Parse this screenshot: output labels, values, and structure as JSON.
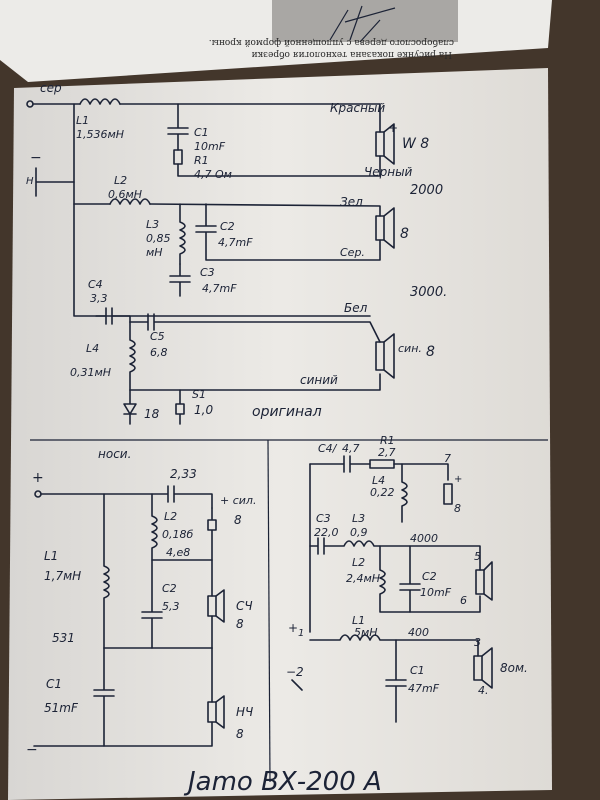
{
  "printed_caption": {
    "line1": "На рисунке показана технология обрезки",
    "line2": "слаборослого дерева с уплощенной формой кроны."
  },
  "upper_schematic": {
    "input_terminal": "сер",
    "woofer_branch": {
      "inductor": "L1",
      "inductor_value": "1,536мН",
      "capacitor": "C1",
      "capacitor_value": "10mF",
      "resistor": "R1",
      "resistor_value": "4,7 Ом",
      "wire_plus": "Красный",
      "wire_minus": "Черный",
      "speaker_label": "W 8",
      "plus_sign": "+"
    },
    "mid_branch": {
      "l2": "L2",
      "l2_value": "0,6мН",
      "l3": "L3",
      "l3_value1": "0,85",
      "l3_value2": "мН",
      "c2": "C2",
      "c2_value": "4,7mF",
      "c3": "C3",
      "c3_value": "4,7mF",
      "wire_plus": "Зел",
      "wire_minus": "Сер.",
      "speaker_label": "8",
      "crossover": "2000"
    },
    "tweeter_branch": {
      "c4": "C4",
      "c4_value": "3,3",
      "c5": "C5",
      "c5_value": "6,8",
      "l4": "L4",
      "l4_value": "0,31мН",
      "wire_plus": "Бел",
      "wire_mark": "син.",
      "wire_minus": "синий",
      "speaker_label": "8",
      "crossover": "3000.",
      "resistor_left": "18",
      "s1": "S1",
      "s1_value": "1,0",
      "note": "оригинал"
    },
    "minus_label": "−",
    "minus_marker": "Н"
  },
  "lower_left_schematic": {
    "header": "носи.",
    "plus_input": "+",
    "minus_input": "−",
    "c_top": "2,33",
    "l1": "L1",
    "l1_value": "1,7мН",
    "l2": "L2",
    "l2_value1": "0,18б",
    "l2_value2": "4,е8",
    "c2": "C2",
    "c2_value": "5,3",
    "c1": "C1",
    "c1_value": "51mF",
    "freq": "531",
    "tw_label": "+ сил.",
    "tw_imp": "8",
    "mid_label": "СЧ",
    "mid_imp": "8",
    "woof_label": "НЧ",
    "woof_imp": "8"
  },
  "lower_right_schematic": {
    "c4": "С4/",
    "c4_value": "4,7",
    "r1": "R1",
    "r1_value": "2,7",
    "l4": "L4",
    "l4_value": "0,22",
    "c3": "С3",
    "c3_value": "22,0",
    "l3": "L3",
    "l3_value": "0,9",
    "l2": "L2",
    "l2_value": "2,4мН",
    "c2": "С2",
    "c2_value": "10mF",
    "l1": "L1",
    "l1_value": "5мН",
    "c1": "С1",
    "c1_value": "47mF",
    "f_mid": "4000",
    "f_low": "400",
    "t_tw": "7",
    "t_tw_imp": "8",
    "t_mid": "5",
    "t_mid_imp": "6",
    "t_low": "3",
    "t_low_4": "4.",
    "t_low_imp": "8ом.",
    "plus_in": "+",
    "plus_marker": "1",
    "minus_in": "−2"
  },
  "footer_title": "Jamo ВХ-200 А"
}
